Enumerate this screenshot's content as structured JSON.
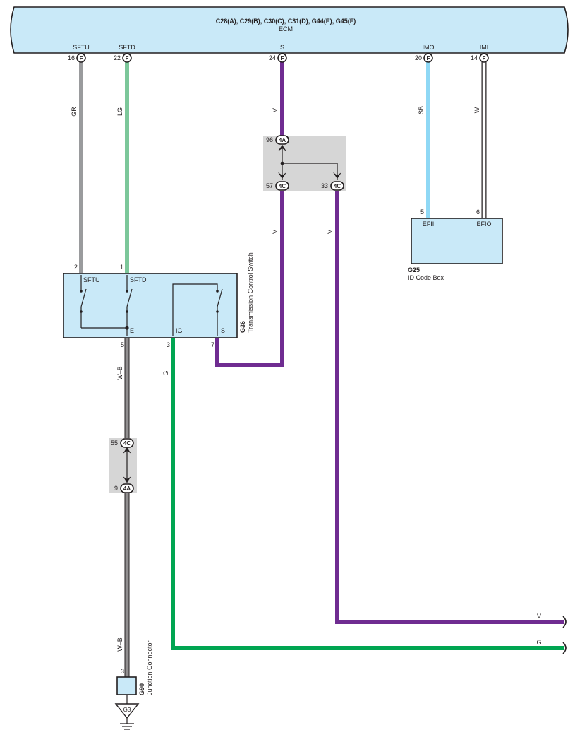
{
  "ecm": {
    "connectors": "C28(A), C29(B), C30(C), C31(D), G44(E), G45(F)",
    "name": "ECM",
    "pins": [
      {
        "signal": "SFTU",
        "num": "16",
        "conn": "F"
      },
      {
        "signal": "SFTD",
        "num": "22",
        "conn": "F"
      },
      {
        "signal": "S",
        "num": "24",
        "conn": "F"
      },
      {
        "signal": "IMO",
        "num": "20",
        "conn": "F"
      },
      {
        "signal": "IMI",
        "num": "14",
        "conn": "F"
      }
    ]
  },
  "wires": {
    "sftu": {
      "code": "GR",
      "color": "#9a9b9d"
    },
    "sftd": {
      "code": "LG",
      "color": "#7cc79a"
    },
    "s_top": {
      "code": "V",
      "color": "#6f2c91"
    },
    "s_low": {
      "code": "V"
    },
    "s_branch": {
      "code": "V"
    },
    "imo": {
      "code": "SB",
      "color": "#8fd8f5"
    },
    "imi": {
      "code": "W",
      "color": "#ffffff"
    },
    "ig": {
      "code": "G",
      "color": "#00a551"
    },
    "e_top": {
      "code": "W–B"
    },
    "e_bottom": {
      "code": "W–B"
    },
    "out_v": {
      "code": "V"
    },
    "out_g": {
      "code": "G"
    }
  },
  "junction_upper": {
    "in": {
      "num": "96",
      "conn": "4A"
    },
    "out1": {
      "num": "57",
      "conn": "4C"
    },
    "out2": {
      "num": "33",
      "conn": "4C"
    }
  },
  "junction_lower": {
    "in": {
      "num": "55",
      "conn": "4C"
    },
    "out": {
      "num": "9",
      "conn": "4A"
    }
  },
  "g25": {
    "id": "G25",
    "name": "ID Code Box",
    "pins": [
      {
        "num": "5",
        "signal": "EFII"
      },
      {
        "num": "6",
        "signal": "EFIO"
      }
    ]
  },
  "g36": {
    "id": "G36",
    "name": "Transmission Control Switch",
    "top_pins": [
      {
        "num": "2",
        "signal": "SFTU"
      },
      {
        "num": "1",
        "signal": "SFTD"
      }
    ],
    "bottom_pins": [
      {
        "num": "5",
        "signal": "E"
      },
      {
        "num": "3",
        "signal": "IG"
      },
      {
        "num": "7",
        "signal": "S"
      }
    ]
  },
  "g90": {
    "id": "G90",
    "name": "Junction Connector",
    "pin": "3"
  },
  "ground": {
    "label": "G3"
  }
}
